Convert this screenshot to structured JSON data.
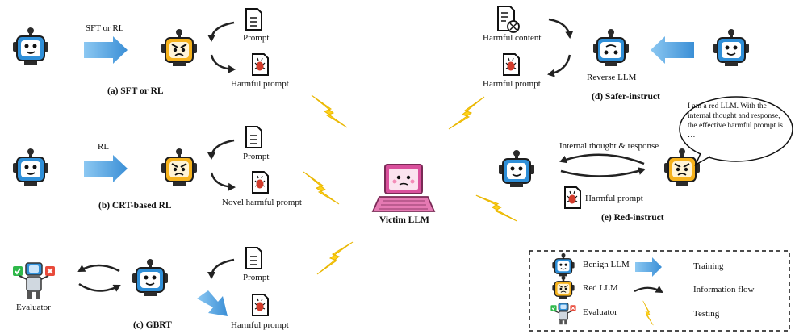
{
  "panels": {
    "a": {
      "caption": "(a) SFT or RL",
      "method": "SFT or RL",
      "prompt": "Prompt",
      "output": "Harmful prompt"
    },
    "b": {
      "caption": "(b) CRT-based RL",
      "method": "RL",
      "prompt": "Prompt",
      "output": "Novel harmful prompt"
    },
    "c": {
      "caption": "(c) GBRT",
      "evaluator": "Evaluator",
      "prompt": "Prompt",
      "output": "Harmful prompt"
    },
    "d": {
      "caption": "(d) Safer-instruct",
      "content": "Harmful content",
      "output": "Harmful prompt",
      "model": "Reverse LLM"
    },
    "e": {
      "caption": "(e) Red-instruct",
      "flow": "Internal thought & response",
      "output": "Harmful prompt",
      "bubble": "I am a red LLM. With the internal thought and response, the effective harmful prompt is …"
    }
  },
  "center": {
    "label": "Victim LLM"
  },
  "legend": {
    "benign": "Benign LLM",
    "red": "Red LLM",
    "evaluator": "Evaluator",
    "training": "Training",
    "info_flow": "Information flow",
    "testing": "Testing"
  },
  "colors": {
    "benign": "#2f8fd8",
    "red": "#f6b21c",
    "arrow": "#4a9fe0",
    "bolt": "#ffd21a",
    "victim": "#d9509c"
  }
}
